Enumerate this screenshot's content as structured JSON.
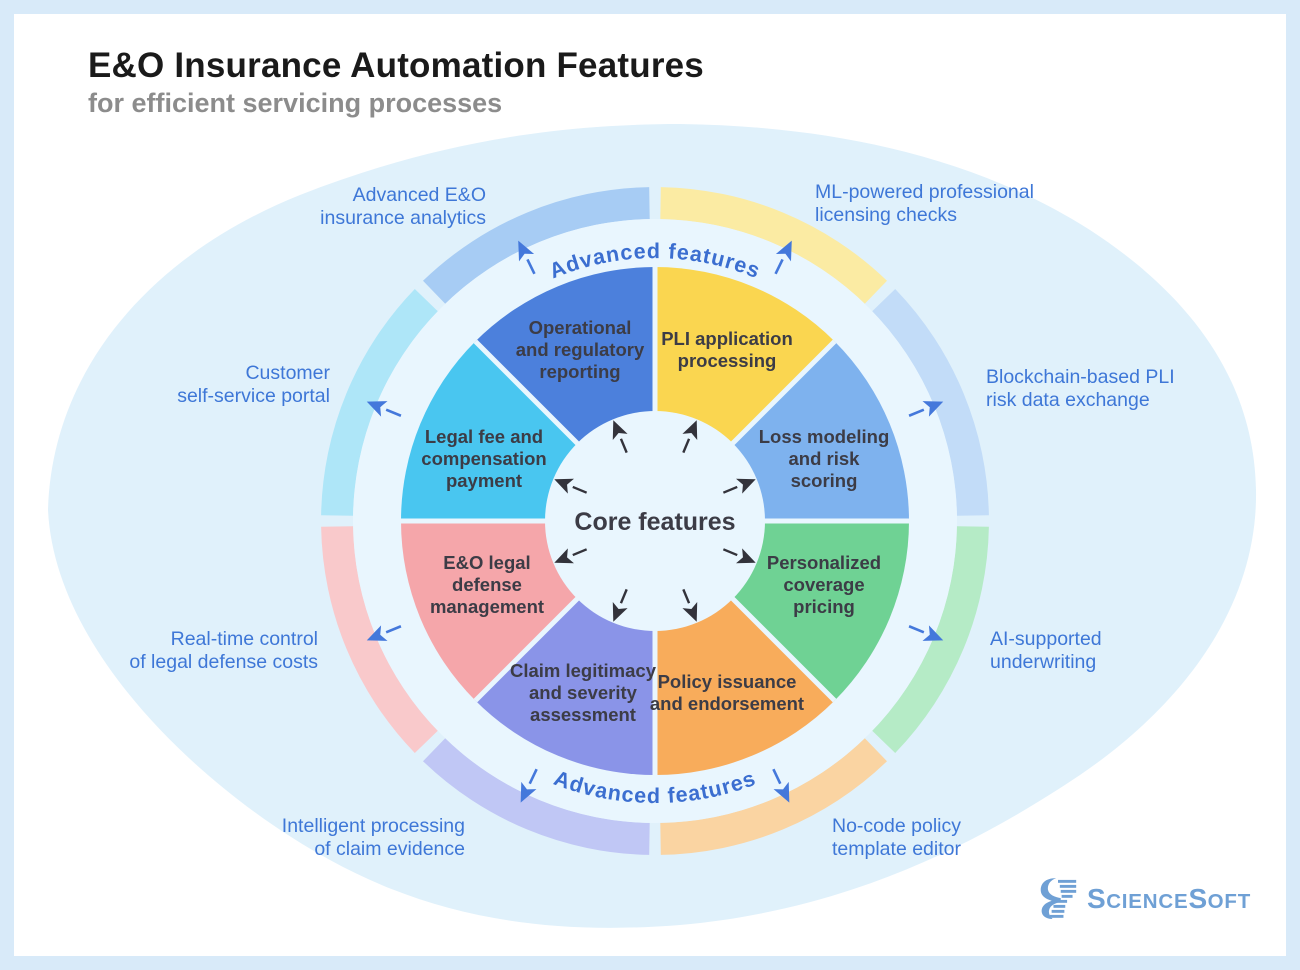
{
  "title": "E&O Insurance Automation Features",
  "subtitle": "for efficient servicing processes",
  "center_label": "Core features",
  "arc_top_label": "Advanced features",
  "arc_bottom_label": "Advanced features",
  "brand": {
    "s1": "S",
    "p1": "cience",
    "s2": "S",
    "p2": "oft"
  },
  "colors": {
    "title": "#1a1a1a",
    "subtitle": "#8c8c8c",
    "blob": "#e0f1fb",
    "frame": "#d8eaf9",
    "ring_gap": "#e9f6fe",
    "core_text": "#3c3c46",
    "label_blue": "#3e77d7",
    "arc_blue": "#3b6ed0",
    "arrow_dark": "#33333b",
    "arrow_blue": "#4478db",
    "brand": "#6fa0d5"
  },
  "segments": [
    {
      "id": "pli-application-processing",
      "core_label": "PLI application\nprocessing",
      "core_color": "#fad650",
      "outer_color": "#fbeba3",
      "advanced_label": "ML-powered professional\nlicensing checks"
    },
    {
      "id": "loss-modeling-risk-scoring",
      "core_label": "Loss modeling\nand risk\nscoring",
      "core_color": "#7eb2ee",
      "outer_color": "#c2dcf8",
      "advanced_label": "Blockchain-based PLI\nrisk data exchange"
    },
    {
      "id": "personalized-coverage-pricing",
      "core_label": "Personalized\ncoverage\npricing",
      "core_color": "#6fd294",
      "outer_color": "#b5ebc6",
      "advanced_label": "AI-supported\nunderwriting"
    },
    {
      "id": "policy-issuance-endorsement",
      "core_label": "Policy issuance\nand endorsement",
      "core_color": "#f8ac5b",
      "outer_color": "#fad4a2",
      "advanced_label": "No-code policy\ntemplate editor"
    },
    {
      "id": "claim-legitimacy-severity-assessment",
      "core_label": "Claim legitimacy\nand severity\nassessment",
      "core_color": "#8a94e8",
      "outer_color": "#c0c7f5",
      "advanced_label": "Intelligent processing\nof claim evidence"
    },
    {
      "id": "eo-legal-defense-management",
      "core_label": "E&O legal\ndefense\nmanagement",
      "core_color": "#f5a6aa",
      "outer_color": "#f9c9cb",
      "advanced_label": "Real-time control\nof legal defense costs"
    },
    {
      "id": "legal-fee-compensation-payment",
      "core_label": "Legal fee and\ncompensation\npayment",
      "core_color": "#49c6f0",
      "outer_color": "#aee6f8",
      "advanced_label": "Customer\nself-service portal"
    },
    {
      "id": "operational-regulatory-reporting",
      "core_label": "Operational\nand regulatory\nreporting",
      "core_color": "#4c80dc",
      "outer_color": "#a7ccf4",
      "advanced_label": "Advanced E&O\ninsurance analytics"
    }
  ]
}
